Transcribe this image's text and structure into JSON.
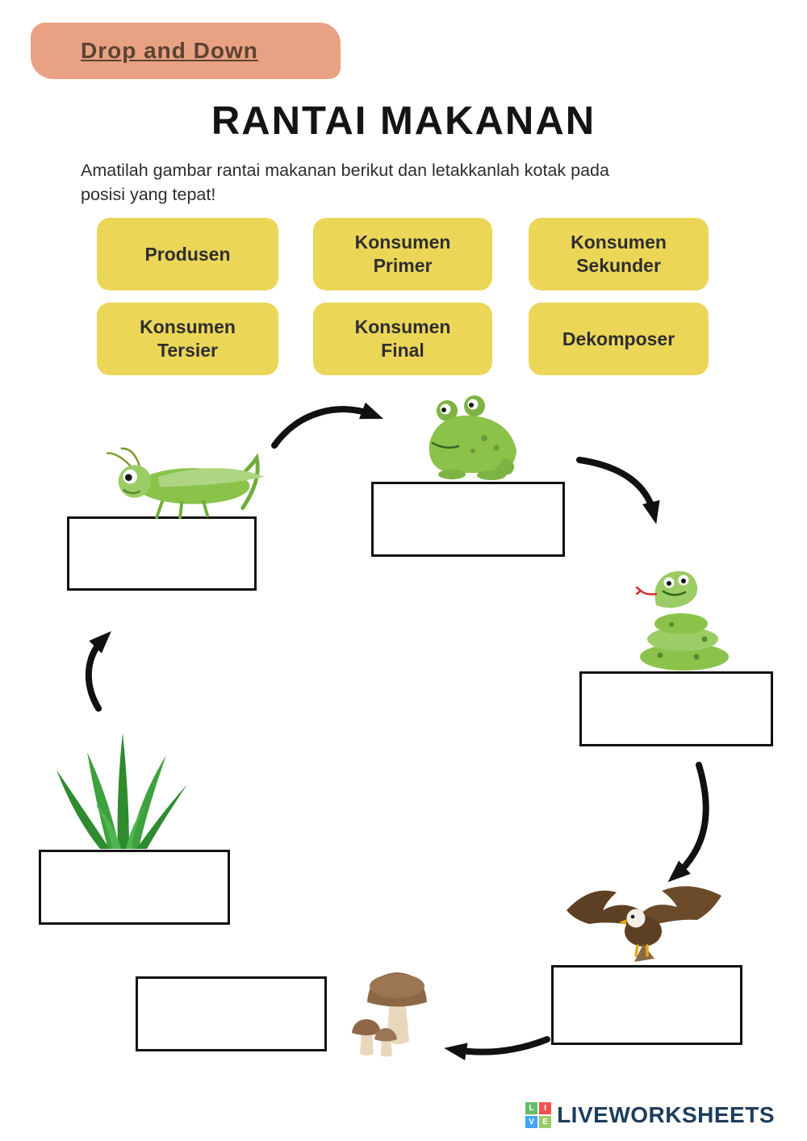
{
  "badge": {
    "label": "Drop and Down"
  },
  "header": {
    "title": "RANTAI MAKANAN",
    "instructions": "Amatilah gambar rantai makanan berikut dan letakkanlah kotak  pada\nposisi yang tepat!"
  },
  "labels": [
    "Produsen",
    "Konsumen\nPrimer",
    "Konsumen\nSekunder",
    "Konsumen\nTersier",
    "Konsumen\nFinal",
    "Dekomposer"
  ],
  "diagram": {
    "images": [
      "grasshopper",
      "frog",
      "snake",
      "grass",
      "eagle",
      "mushrooms"
    ],
    "dropzone_count": 6
  },
  "footer": {
    "logo_letters": [
      "L",
      "I",
      "V",
      "E"
    ],
    "brand": "LIVEWORKSHEETS"
  },
  "colors": {
    "chip_yellow": "#ecd658",
    "badge_peach": "#e9a184",
    "badge_text": "#5a4430",
    "arrow_black": "#111111",
    "brand_navy": "#1d3d5c"
  }
}
